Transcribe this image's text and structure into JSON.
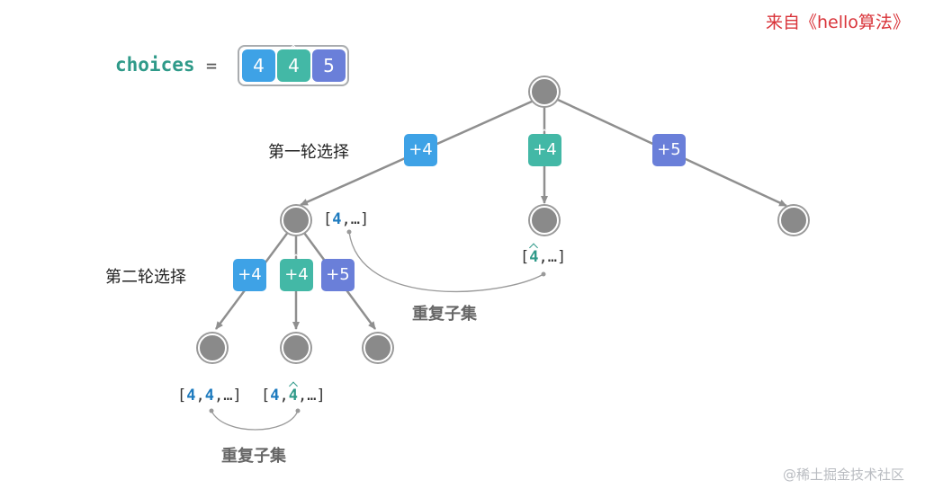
{
  "source": "来自《hello算法》",
  "watermark": "@稀土掘金技术社区",
  "choices": {
    "label": "choices",
    "eq": "=",
    "values": [
      "4",
      "4",
      "5"
    ]
  },
  "round_labels": {
    "first": "第一轮选择",
    "second": "第二轮选择"
  },
  "first_round_edges": [
    "+4",
    "+4",
    "+5"
  ],
  "second_round_edges": [
    "+4",
    "+4",
    "+5"
  ],
  "subsets": {
    "a_open": "[",
    "a_val": "4",
    "a_rest": ",…]",
    "b_open": "[",
    "b_val": "4",
    "b_rest": ",…]",
    "c_open": "[",
    "c_v1": "4",
    "c_sep": ",",
    "c_v2": "4",
    "c_rest": ",…]",
    "d_open": "[",
    "d_v1": "4",
    "d_sep": ",",
    "d_v2": "4",
    "d_rest": ",…]"
  },
  "duplicate_label": "重复子集",
  "colors": {
    "blue": "#3ea2e6",
    "teal": "#43b8a6",
    "purple": "#6a7fd9",
    "source_red": "#d9343a"
  }
}
